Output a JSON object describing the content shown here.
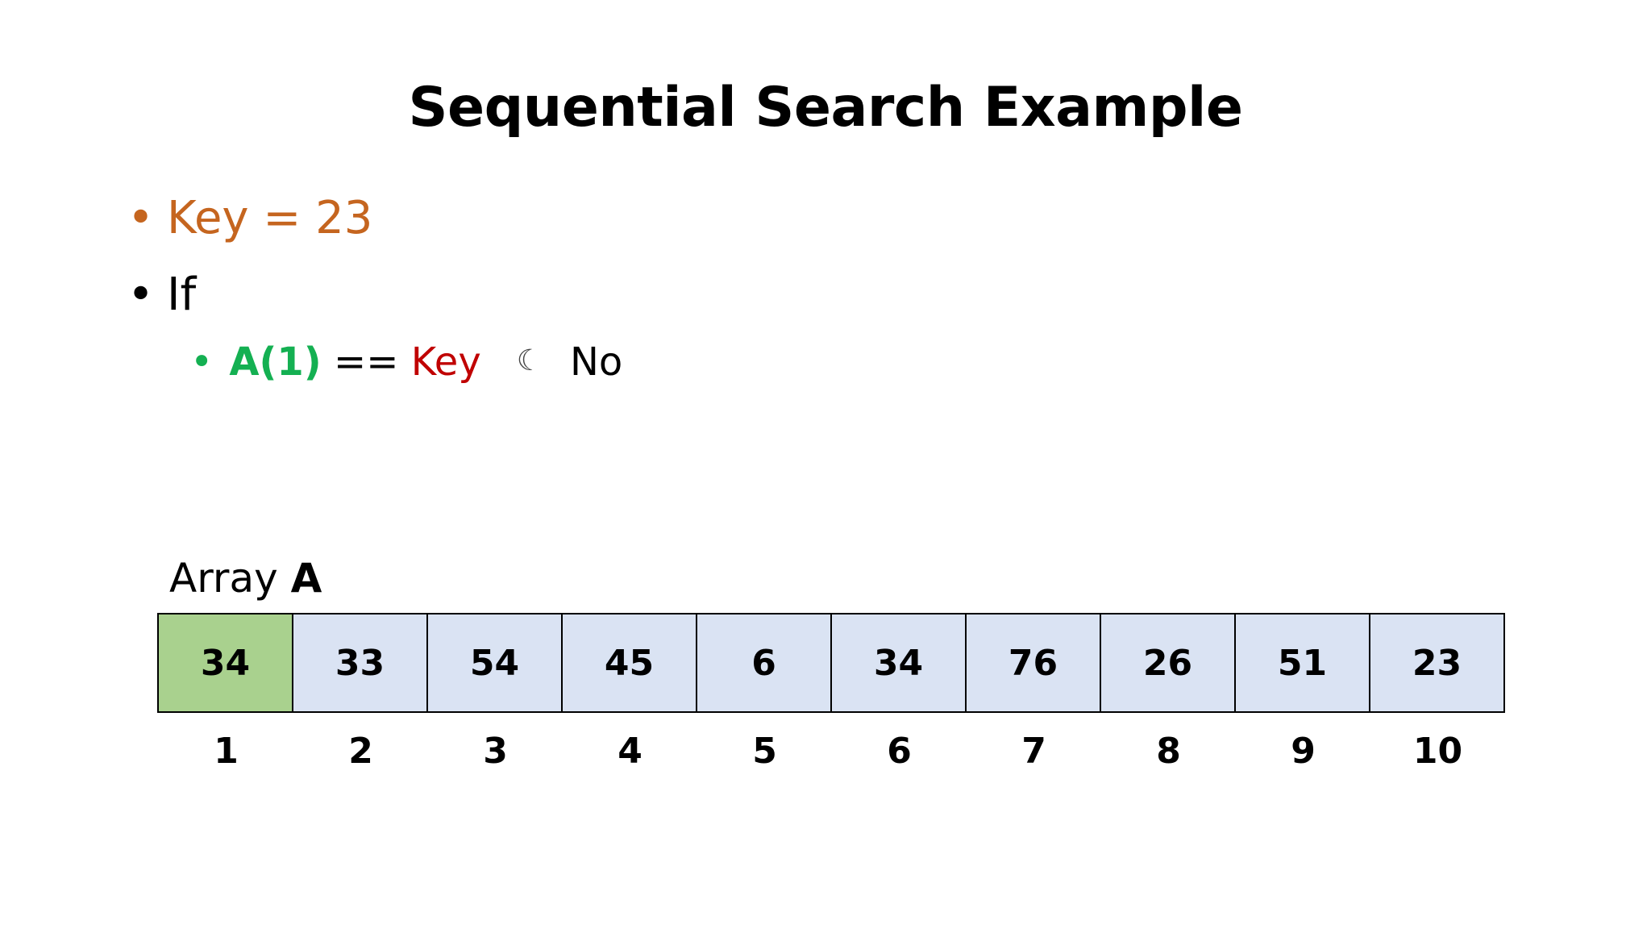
{
  "slide": {
    "title": "Sequential Search Example"
  },
  "bullets": {
    "key": {
      "marker": "•",
      "text": "Key = 23",
      "color": "#C5651F"
    },
    "if": {
      "marker": "•",
      "text": "If"
    },
    "condition": {
      "marker": "•",
      "marker_color": "#14B052",
      "lhs": "A(1)",
      "lhs_color": "#14B052",
      "operator": "==",
      "rhs": "Key",
      "rhs_color": "#C00000",
      "icon": "crescent-moon-icon",
      "icon_glyph": "☾",
      "result": "No"
    }
  },
  "array": {
    "label_prefix": "Array",
    "name": "A",
    "values": [
      "34",
      "33",
      "54",
      "45",
      "6",
      "34",
      "76",
      "26",
      "51",
      "23"
    ],
    "indices": [
      "1",
      "2",
      "3",
      "4",
      "5",
      "6",
      "7",
      "8",
      "9",
      "10"
    ],
    "highlight_index": 0,
    "highlight_color": "#A9D18E",
    "cell_color": "#DAE3F3"
  }
}
